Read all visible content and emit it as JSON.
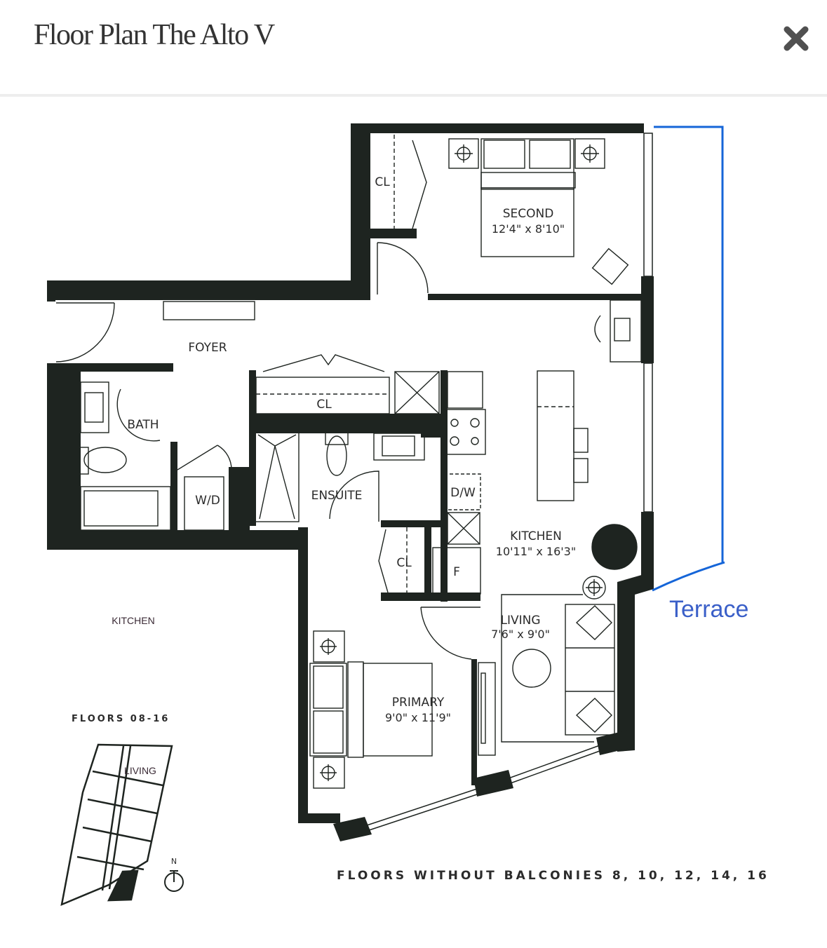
{
  "header": {
    "title": "Floor Plan The Alto V",
    "close_icon": "close-x-icon"
  },
  "floor_plan": {
    "rooms": [
      {
        "id": "second",
        "name": "SECOND",
        "dimensions": "12'4\" x 8'10\""
      },
      {
        "id": "kitchen",
        "name": "KITCHEN",
        "dimensions": "10'11\" x 16'3\""
      },
      {
        "id": "living",
        "name": "LIVING",
        "dimensions": "7'6\" x 9'0\""
      },
      {
        "id": "primary",
        "name": "PRIMARY",
        "dimensions": "9'0\" x 11'9\""
      }
    ],
    "labels": {
      "foyer": "FOYER",
      "bath": "BATH",
      "ensuite": "ENSUITE",
      "wd": "W/D",
      "cl": "CL",
      "dw": "D/W",
      "fridge": "F"
    },
    "annotation": {
      "text": "Terrace",
      "color": "#3a5fc8",
      "line_color": "#1565d8"
    },
    "wall_color": "#1e2420"
  },
  "key_plan": {
    "floors_label": "FLOORS 08-16",
    "ghost_kitchen": "KITCHEN",
    "ghost_living": "LIVING",
    "north_label": "N"
  },
  "footer": {
    "note": "FLOORS WITHOUT BALCONIES 8, 10, 12, 14, 16"
  }
}
